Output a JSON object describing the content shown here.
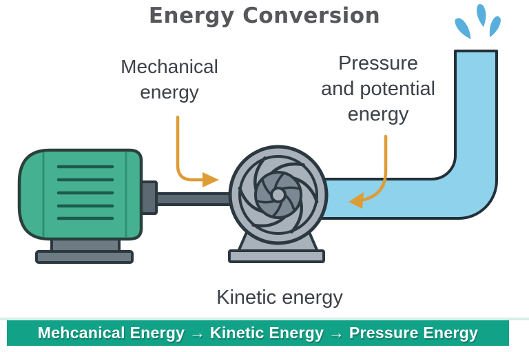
{
  "title": "Energy Conversion",
  "labels": {
    "mechanical": "Mechanical\nenergy",
    "pressure": "Pressure\nand potential\nenergy",
    "kinetic": "Kinetic energy"
  },
  "banner": {
    "text": "Mehcanical Energy → Kinetic Energy → Pressure Energy"
  },
  "icons": {
    "motor": "electric-motor",
    "pump": "centrifugal-pump",
    "pipe": "outlet-pipe",
    "water_spray": "water-spray",
    "arrow_mechanical": "curved-arrow-to-shaft",
    "arrow_pressure": "curved-arrow-to-pipe"
  },
  "colors": {
    "title_text": "#56575A",
    "label_text": "#3B4147",
    "motor_green": "#45B191",
    "motor_outline": "#2A403C",
    "motor_accent": "#2F8F71",
    "vent_line": "#1C5B4B",
    "metal_gray": "#A9B2BA",
    "metal_dark_gray": "#6F7B83",
    "shaft_gray": "#5D6972",
    "hub_gray": "#7C8893",
    "outline_dark": "#2B3840",
    "pipe_blue": "#8ED2EC",
    "pipe_outline": "#233039",
    "droplet_blue": "#58AFDC",
    "arrow_orange": "#DE9C35",
    "banner_green": "#12A287",
    "banner_edge": "#D6F0E9",
    "banner_text": "#FFFFFF"
  }
}
